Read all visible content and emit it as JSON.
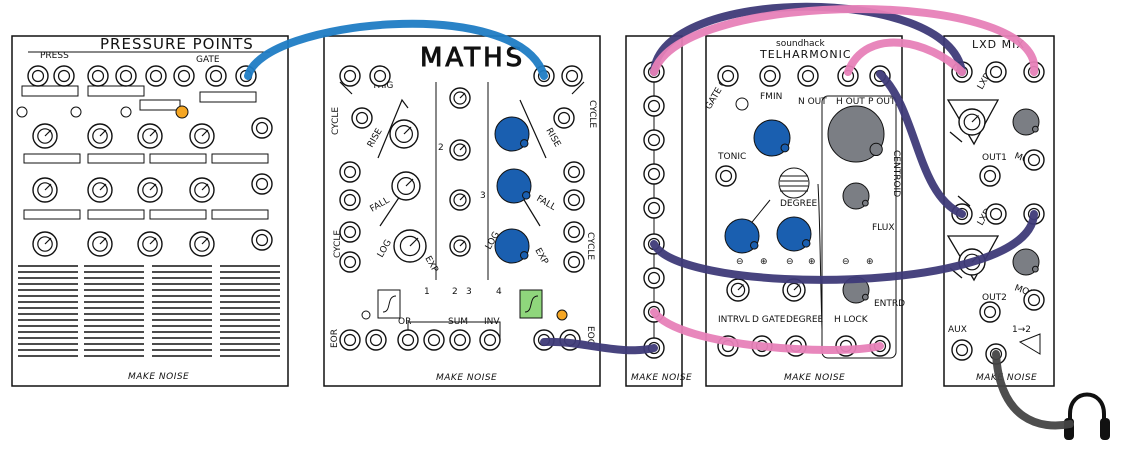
{
  "colors": {
    "cable_blue": "#1f7cc4",
    "cable_purple": "#3e3a78",
    "cable_pink": "#e781b8",
    "knob_blue": "#1a5fb0",
    "knob_gray": "#7b7e84",
    "led_orange": "#f5a623",
    "led_green": "#8fd67c"
  },
  "modules": {
    "pressure_points": {
      "title": "PRESSURE POINTS",
      "labels": {
        "press": "PRESS",
        "gate": "GATE"
      },
      "brand": "MAKE NOISE"
    },
    "maths": {
      "title": "MATHS",
      "labels": {
        "trig": "TRIG",
        "cycle_left": "CYCLE",
        "cycle_right": "CYCLE",
        "rise_left": "RISE",
        "rise_right": "RISE",
        "fall_left": "FALL",
        "fall_right": "FALL",
        "ch1": "1",
        "ch2": "2",
        "ch3": "3",
        "ch4": "4",
        "ch_side_2": "2",
        "ch_side_3": "3",
        "or": "OR",
        "sum": "SUM",
        "inv": "INV",
        "eoc": "EOC",
        "eor": "EOR",
        "log_left": "LOG",
        "log_right": "LOG",
        "exp_left": "EXP",
        "exp_right": "EXP"
      },
      "brand": "MAKE NOISE"
    },
    "multiple": {
      "brand": "MAKE NOISE"
    },
    "telharmonic": {
      "brand_top": "soundhack",
      "title": "TELHARMONIC",
      "labels": {
        "fmin": "FMIN",
        "gate_out": "GATE OUT",
        "n_out": "N OUT",
        "h_out": "H OUT",
        "p_out": "P OUT",
        "tonic": "TONIC",
        "degree_top": "DEGREE",
        "centroid": "CENTROID",
        "flux": "FLUX",
        "entrd": "ENTRD",
        "intrvl": "INTRVL",
        "degree_bottom": "DEGREE",
        "d_gate": "D GATE",
        "h_lock": "H LOCK",
        "minus": "⊖",
        "plus": "⊕"
      },
      "brand_bottom": "MAKE NOISE"
    },
    "lxd_mix": {
      "title": "LXD MIX",
      "labels": {
        "lxd1": "LXD",
        "lxd2": "LXD",
        "out1": "OUT1",
        "out2": "OUT2",
        "mode1": "MODE",
        "mode2": "MODE",
        "aux": "AUX",
        "mix": "1→2"
      },
      "brand": "MAKE NOISE"
    }
  },
  "cables": [
    {
      "color": "cable_blue",
      "from": "Pressure Points gate out",
      "to": "Maths trig in"
    },
    {
      "color": "cable_purple",
      "from": "Multiple jack 1",
      "to": "LXD Mix input 1"
    },
    {
      "color": "cable_pink",
      "from": "Telharmonic H OUT",
      "to": "LXD Mix input 1 strike"
    },
    {
      "color": "cable_pink",
      "from": "Telharmonic P OUT",
      "to": "LXD Mix input 2"
    },
    {
      "color": "cable_purple",
      "from": "Multiple jack 6",
      "to": "LXD Mix input 2 strike"
    },
    {
      "color": "cable_purple",
      "from": "Maths EOC",
      "to": "Multiple jack 9"
    },
    {
      "color": "cable_purple",
      "from": "Multiple jack 8",
      "to": "Telharmonic H LOCK"
    },
    {
      "color": "cable_pink",
      "from": "LXD Mix output",
      "to": "Headphones"
    }
  ],
  "headphones": {
    "icon": "headphones-icon"
  }
}
